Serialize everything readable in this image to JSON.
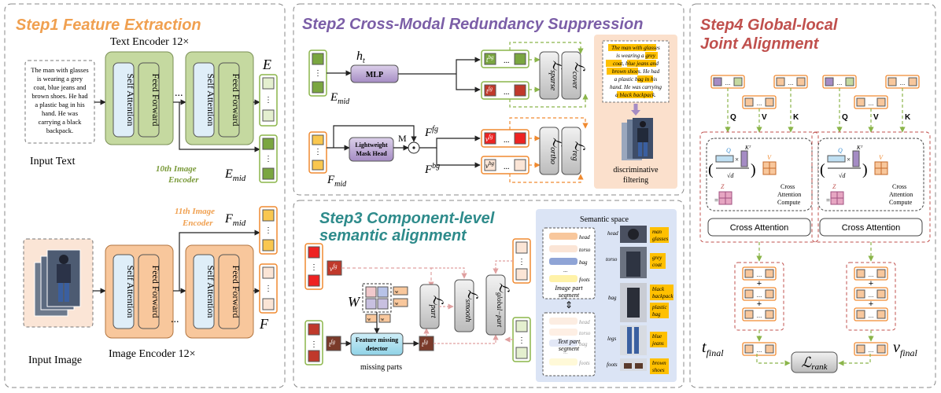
{
  "step1": {
    "title": "Step1 Feature Extraction",
    "text_encoder": "Text Encoder 12×",
    "image_encoder": "Image Encoder 12×",
    "input_text_lines": [
      "The man with glasses",
      "is wearing a grey",
      "coat, blue jeans and",
      "brown shoes. He had",
      "a plastic bag in his",
      "hand. He was",
      "carrying a black",
      "backpack."
    ],
    "input_text_label": "Input Text",
    "input_image_label": "Input Image",
    "self_attention": "Self Attention",
    "feed_forward": "Feed Forward",
    "ellipsis": "...",
    "E": "E",
    "E_mid": "E",
    "E_mid_sub": "mid",
    "tenth_encoder": [
      "10th Image",
      "Encoder"
    ],
    "eleventh_encoder": [
      "11th Image",
      "Encoder"
    ],
    "F_mid": "F",
    "F_mid_sub": "mid",
    "F": "F"
  },
  "step2": {
    "title": "Step2 Cross-Modal Redundancy Suppression",
    "h_t": "h",
    "h_t_sub": "t",
    "mlp": "MLP",
    "E_mid": "E",
    "E_mid_sub": "mid",
    "F_mid": "F",
    "F_mid_sub": "mid",
    "mask_head": [
      "Lightweight",
      "Mask Head"
    ],
    "M": "M",
    "F_fg": "F",
    "F_fg_sup": "fg",
    "F_bg": "F",
    "F_bg_sup": "bg",
    "t_bg": "t",
    "t_bg_sup": "bg",
    "t_fg": "t",
    "t_fg_sup": "fg",
    "v_fg": "v",
    "v_fg_sup": "fg",
    "v_bg": "v",
    "v_bg_sup": "bg",
    "L_sparse": "sparse",
    "L_cover": "cover",
    "L_ortho": "ortho",
    "L_reg": "reg",
    "filter_text_lines": [
      "The man with glasses",
      "is wearing a grey",
      "coat, blue jeans and",
      "brown shoes. He had",
      "a plastic bag in his",
      "hand. He was carrying",
      "a black backpack."
    ],
    "filter_label": [
      "discriminative",
      "filtering"
    ]
  },
  "step3": {
    "title": [
      "Step3 Component-level",
      "semantic alignment"
    ],
    "W": "W",
    "w_labels": [
      "w",
      "w",
      "w",
      "w"
    ],
    "detector": [
      "Feature missing",
      "detector"
    ],
    "missing_parts": "missing parts",
    "L_part": "part",
    "L_smooth": "smooth",
    "L_global_part": "global−part",
    "semantic_space": "Semantic space",
    "image_parts": [
      "head",
      "torso",
      "bag",
      "...",
      "foots"
    ],
    "image_part_segment": [
      "Image part",
      "segment"
    ],
    "text_parts": [
      "head",
      "torso",
      "bag",
      "...",
      "foots"
    ],
    "text_part_segment": [
      "Text part",
      "segment"
    ],
    "row_labels": [
      "head",
      "torso",
      "bag",
      "legs",
      "foots"
    ],
    "tags": [
      [
        "man",
        "glasses"
      ],
      [
        "grey",
        "coat"
      ],
      [
        "black",
        "backpack"
      ],
      [
        "plastic",
        "bag"
      ],
      [
        "blue",
        "jeans"
      ],
      [
        "brown",
        "shoes"
      ]
    ],
    "t_fg": "t",
    "t_fg_sup": "fg"
  },
  "step4": {
    "title": [
      "Step4 Global-local",
      "Joint Alignment"
    ],
    "Q": "Q",
    "V": "V",
    "K": "K",
    "cross_attention": "Cross Attention",
    "compute_label": [
      "Cross",
      "Attention",
      "Compute"
    ],
    "sqrt_d": "√d",
    "t_final": "t",
    "t_final_sub": "final",
    "v_final": "v",
    "v_final_sub": "final",
    "L_rank": "rank",
    "plus": "+",
    "ellipsis": "..."
  },
  "colors": {
    "step1_title": "#f0a050",
    "step2_title": "#7b5ea7",
    "step3_title": "#2e8b8b",
    "step4_title": "#c0504d",
    "green_block": "#c5d9a0",
    "orange_block": "#f8c79c",
    "blue_inner": "#dfeef8",
    "red_cell": "#ee2222",
    "dashed_green": "#8bb54a",
    "dashed_orange": "#f08a30",
    "dashed_red": "#c0504d",
    "purple": "#a58cc4",
    "highlight": "#ffc000"
  }
}
